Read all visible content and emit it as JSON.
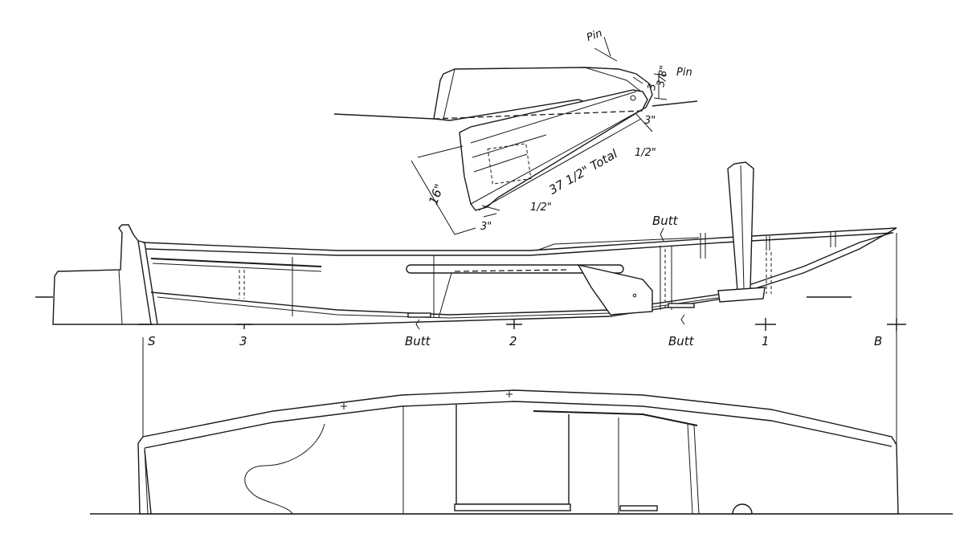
{
  "labels": {
    "station_s": "S",
    "station_3": "3",
    "station_2": "2",
    "station_1": "1",
    "station_b": "B",
    "butt_upper": "Butt",
    "butt_lower_left": "Butt",
    "butt_lower_right": "Butt"
  },
  "rudder_detail": {
    "pin_top": "Pin",
    "pin_spacing_num": "3",
    "pin_spacing_frac": "3/8\"",
    "pin_right": "Pin",
    "dim_3_right": "3\"",
    "dim_half_right": "1/2\"",
    "total_length": "37 1/2\" Total",
    "height": "16\"",
    "dim_3_bottom": "3\"",
    "dim_half_bottom": "1/2\""
  }
}
